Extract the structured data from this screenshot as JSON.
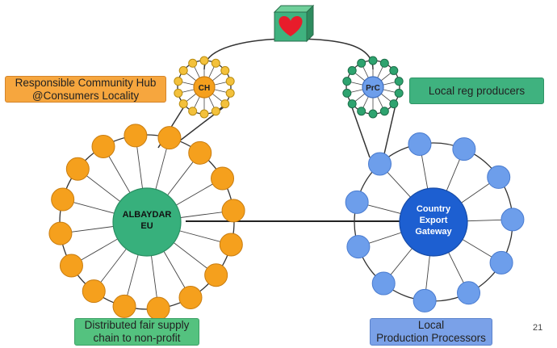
{
  "labels": {
    "hub": "Responsible Community Hub\n@Consumers Locality",
    "local_producers": "Local reg producers",
    "chain": "Distributed fair supply\nchain to non-profit",
    "processors": "Local\nProduction Processors"
  },
  "nodes": {
    "ch": "CH",
    "prc": "PrC",
    "albaydar_line1": "ALBAYDAR",
    "albaydar_line2": "EU",
    "gateway_line1": "Country",
    "gateway_line2": "Export",
    "gateway_line3": "Gateway"
  },
  "page_number": "21",
  "icons": {
    "top": "green-cube-heart-icon"
  },
  "colors": {
    "orange": "#f5a01d",
    "orange_stroke": "#c97d10",
    "green_center": "#37b07c",
    "blue_node": "#6d9eeb",
    "blue_center": "#1d5fd1",
    "yellow": "#f3c13c",
    "teal": "#2ea36f",
    "heart": "#e81c2b"
  }
}
